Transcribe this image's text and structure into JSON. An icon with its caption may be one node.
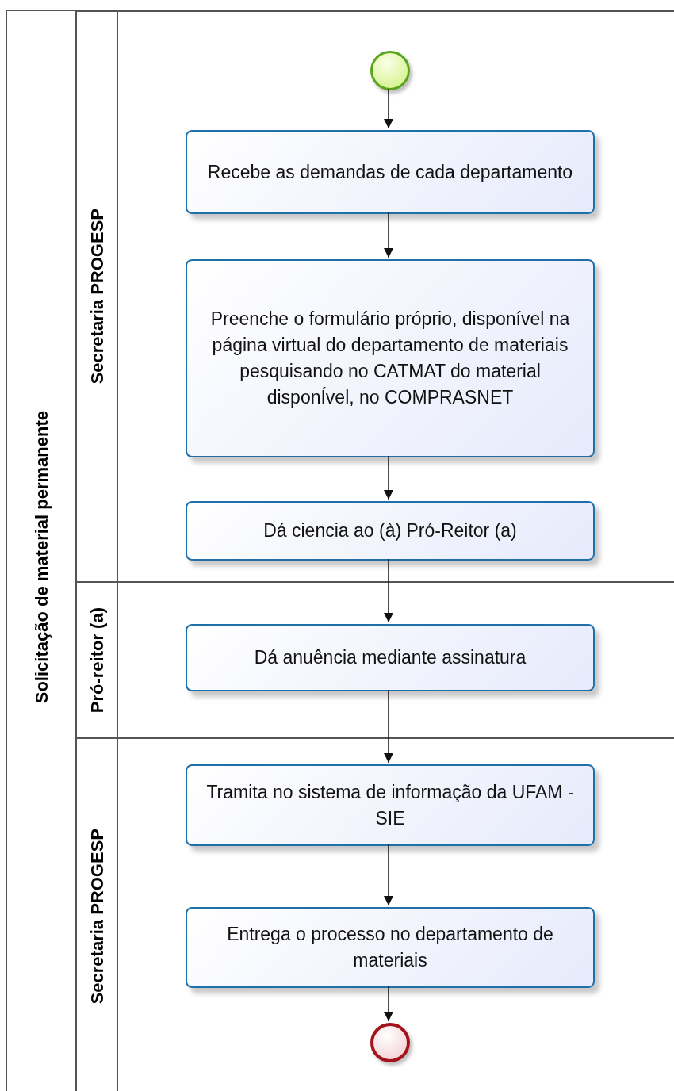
{
  "diagram": {
    "nodes": [
      {
        "text": [
          "Solicitação de material permanente"
        ]
      },
      {
        "text": [
          "Secretaria PROGESP"
        ],
        "in": 0
      },
      {
        "text": [],
        "shape": "circle",
        "in": 1
      },
      {
        "text": [
          "Recebe  as demandas de cada departamento"
        ],
        "in": 1
      },
      {
        "text": [
          "Preenche o formulário próprio, disponível na página virtual do departamento de materiais pesquisando no CATMAT do material disponÍvel, no COMPRASNET"
        ],
        "in": 1
      },
      {
        "text": [
          "Dá ciencia ao (à) Pró-Reitor (a)"
        ],
        "in": 1
      },
      {
        "text": [
          "Pró-reitor (a)"
        ],
        "in": 0
      },
      {
        "text": [
          "Dá anuência mediante assinatura"
        ],
        "in": 6
      },
      {
        "text": [
          "Secretaria PROGESP"
        ],
        "in": 0
      },
      {
        "text": [
          "Tramita no sistema de informação da UFAM - SIE"
        ],
        "in": 8
      },
      {
        "text": [
          "Entrega o processo no departamento de materiais"
        ],
        "in": 8
      },
      {
        "text": [],
        "shape": "circle",
        "in": 8
      }
    ],
    "edges": [
      {
        "from": 2,
        "to": 3,
        "arrow": "to"
      },
      {
        "from": 3,
        "to": 4,
        "arrow": "to"
      },
      {
        "from": 4,
        "to": 5,
        "arrow": "to"
      },
      {
        "from": 5,
        "to": 7,
        "arrow": "to"
      },
      {
        "from": 7,
        "to": 9,
        "arrow": "to"
      },
      {
        "from": 9,
        "to": 10,
        "arrow": "to"
      },
      {
        "from": 10,
        "to": 11,
        "arrow": "to"
      }
    ]
  }
}
